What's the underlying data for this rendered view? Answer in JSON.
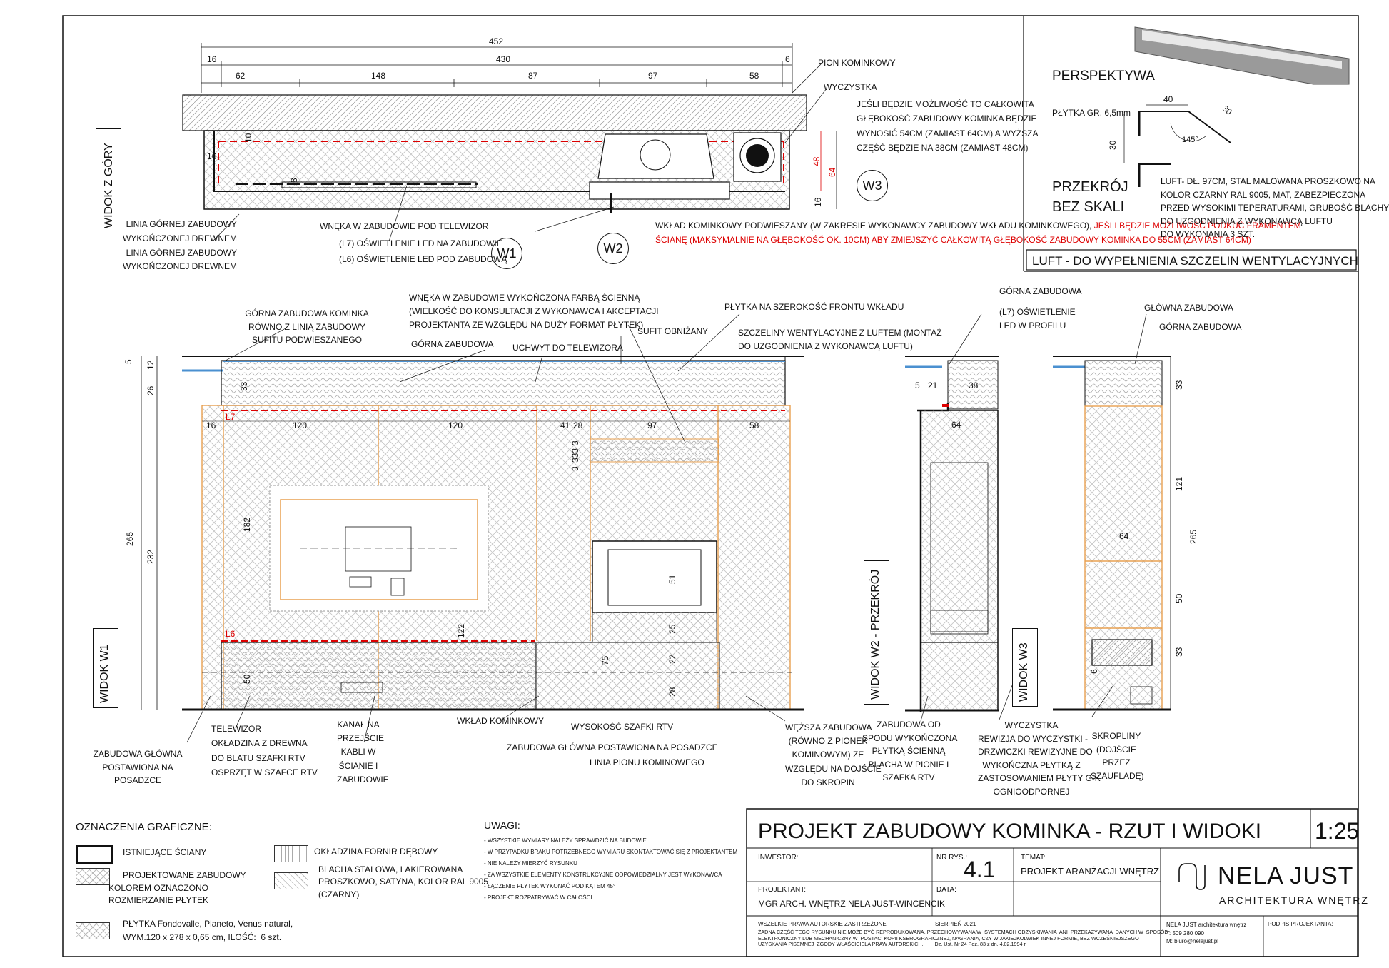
{
  "colors": {
    "orange": "#e8a050",
    "red": "#d00000",
    "blue": "#4a90d0",
    "line": "#111111"
  },
  "plan": {
    "view_label": "WIDOK Z GÓRY",
    "dims_top": [
      "452",
      "16",
      "430",
      "6",
      "62",
      "148",
      "87",
      "97",
      "58"
    ],
    "dims_inner": [
      "10",
      "16",
      "8",
      "48",
      "64",
      "16"
    ],
    "notes": {
      "pion": "PION KOMINKOWY",
      "wyczystka": "WYCZYSTKA",
      "jesli": "JEŚLI BĘDZIE MOŻLIWOŚĆ TO CAŁKOWITA\nGŁĘBOKOŚĆ ZABUDOWY KOMINKA BĘDZIE\nWYNOSIĆ 54CM (ZAMIAST 64CM) A WYŻSZA\nCZĘŚĆ BĘDZIE NA 38CM (ZAMIAST 48CM)",
      "linia1": "LINIA GÓRNEJ ZABUDOWY\nWYKOŃCZONEJ DREWNEM\nLINIA GÓRNEJ ZABUDOWY\nWYKOŃCZONEJ DREWNEM",
      "wneka_tv": "WNĘKA W ZABUDOWIE POD TELEWIZOR",
      "l7": "(L7) OŚWIETLENIE LED NA ZABUDOWIE",
      "l6": "(L6) OŚWIETLENIE LED POD ZABUDOWĄ",
      "wklad_a": "WKŁAD KOMINKOWY PODWIESZANY (W ZAKRESIE WYKONAWCY ZABUDOWY\nWKŁADU KOMINKOWEGO), ",
      "wklad_b": "JEŚLI BĘDZIE MOŻLIWOŚĆ PODKUĆ FRAMENTEM",
      "wklad_c": "ŚCIANĘ (MAKSYMALNIE NA GŁĘBOKOŚĆ OK. 10CM) ABY ZMIEJSZYĆ\nCAŁKOWITĄ GŁĘBOKOŚĆ ZABUDOWY KOMINKA DO 55CM (ZAMIAST 64CM)"
    },
    "tags": [
      "W1",
      "W2",
      "W3"
    ]
  },
  "luft": {
    "perspektywa": "PERSPEKTYWA",
    "plytka": "PŁYTKA GR. 6,5mm",
    "dims": [
      "40",
      "30",
      "30",
      "145°"
    ],
    "przekroj": "PRZEKRÓJ\nBEZ SKALI",
    "desc": "LUFT- DŁ. 97CM, STAL MALOWANA PROSZKOWO NA\nKOLOR CZARNY RAL 9005, MAT, ZABEZPIECZONA\nPRZED WYSOKIMI TEPERATURAMI, GRUBOŚĆ BLACHY\nDO UZGODNIENIA Z WYKONAWCĄ LUFTU\nDO WYKONANIA 3 SZT.",
    "caption": "LUFT - DO WYPEŁNIENIA SZCZELIN WENTYLACYJNYCH"
  },
  "w1": {
    "label": "WIDOK W1",
    "notes_top": {
      "gorna_kom": "GÓRNA ZABUDOWA KOMINKA\nRÓWNO Z LINIĄ ZABUDOWY\nSUFITU PODWIESZANEGO",
      "wneka": "WNĘKA W ZABUDOWIE WYKOŃCZONA FARBĄ ŚCIENNĄ\n(WIELKOŚĆ DO KONSULTACJI Z WYKONAWCA I AKCEPTACJI\nPROJEKTANTA ZE WZGLĘDU NA DUŻY FORMAT PŁYTEK)",
      "gorna": "GÓRNA ZABUDOWA",
      "uchwyt": "UCHWYT DO TELEWIZORA",
      "sufit": "SUFIT OBNIŻANY",
      "plytka": "PŁYTKA NA SZEROKOŚĆ FRONTU WKŁADU",
      "szczeliny": "SZCZELINY WENTYLACYJNE Z LUFTEM (MONTAŻ\nDO UZGODNIENIA Z WYKONAWCĄ LUFTU)"
    },
    "dims_left": [
      "5",
      "12",
      "26",
      "265",
      "232"
    ],
    "dims_h": [
      "16",
      "120",
      "120",
      "41",
      "28",
      "97",
      "58"
    ],
    "dims_misc": [
      "33",
      "182",
      "122",
      "50",
      "75",
      "51",
      "25",
      "22",
      "28",
      "3",
      "333",
      "3"
    ],
    "marks": [
      "L7",
      "L6"
    ],
    "notes_bottom": {
      "zab_glowna": "ZABUDOWA GŁÓWNA\nPOSTAWIONA NA\nPOSADZCE",
      "tv": "TELEWIZOR\nOKŁADZINA Z DREWNA\nDO BLATU SZAFKI RTV\nOSPRZĘT W SZAFCE RTV",
      "kanal": "KANAŁ NA\nPRZEJŚCIE\nKABLI W\nŚCIANIE I\nZABUDOWIE",
      "wklad": "WKŁAD KOMINKOWY",
      "szafka": "WYSOKOŚĆ SZAFKI RTV",
      "zab_pos": "ZABUDOWA GŁÓWNA POSTAWIONA NA POSADZCE",
      "pion": "LINIA PIONU KOMINOWEGO",
      "wezsza": "WĘŻSZA ZABUDOWA\n(RÓWNO Z PIONEK\nKOMINOWYM) ZE\nWZGLĘDU NA DOJŚCIE\nDO SKROPIN"
    }
  },
  "w2": {
    "label": "WIDOK W2 - PRZEKRÓJ",
    "notes": {
      "gorna": "GÓRNA ZABUDOWA",
      "l7": "(L7) OŚWIETLENIE\nLED W PROFILU",
      "zab_od": "ZABUDOWA OD\nSPODU WYKOŃCZONA\nPŁYTKĄ ŚCIENNĄ\nBLACHA W PIONIE I\nSZAFKA RTV"
    },
    "dims": [
      "5",
      "21",
      "38",
      "64"
    ]
  },
  "w3": {
    "label": "WIDOK W3",
    "notes": {
      "glowna": "GŁÓWNA ZABUDOWA",
      "gorna": "GÓRNA ZABUDOWA",
      "wyczystka": "WYCZYSTKA\nREWIZJA DO WYCZYSTKI -\nDRZWICZKI REWIZYJNE DO\nWYKOŃCZNA PŁYTKĄ Z\nZASTOSOWANIEM PŁYTY G-K\nOGNIOODPORNEJ",
      "skropliny": "SKROPLINY\n(DOJŚCIE\nPRZEZ\nSZAUFLADĘ)"
    },
    "dims": [
      "33",
      "121",
      "64",
      "50",
      "33",
      "265",
      "6"
    ]
  },
  "legend": {
    "title": "OZNACZENIA GRAFICZNE:",
    "items": [
      "ISTNIEJĄCE ŚCIANY",
      "PROJEKTOWANE ZABUDOWY",
      "KOLOREM OZNACZONO\nROZMIERZANIE PŁYTEK",
      "PŁYTKA Fondovalle, Planeto, Venus natural,\nWYM.120 x 278 x 0,65 cm, ILOŚĆ:  6 szt.",
      "OKŁADZINA FORNIR DĘBOWY",
      "BLACHA STALOWA, LAKIEROWANA\nPROSZKOWO, SATYNA, KOLOR RAL 9005\n(CZARNY)"
    ]
  },
  "uwagi": {
    "title": "UWAGI:",
    "items": [
      "- WSZYSTKIE WYMIARY NALEŻY SPRAWDZIĆ NA BUDOWIE",
      "- W PRZYPADKU BRAKU POTRZEBNEGO WYMIARU SKONTAKTOWAĆ SIĘ Z PROJEKTANTEM",
      "- NIE NALEŻY MIERZYĆ RYSUNKU",
      "- ZA WSZYSTKIE ELEMENTY KONSTRUKCYJNE ODPOWIEDZIALNY JEST WYKONAWCA",
      "- ŁĄCZENIE PŁYTEK WYKONAĆ POD KĄTEM 45°",
      "- PROJEKT ROZPATRYWAĆ W CAŁOŚCI"
    ]
  },
  "title_block": {
    "title": "PROJEKT ZABUDOWY KOMINKA - RZUT I WIDOKI",
    "scale": "1:25",
    "inwestor_label": "INWESTOR:",
    "nr_label": "NR RYS.:",
    "nr": "4.1",
    "temat_label": "TEMAT:",
    "temat": "PROJEKT ARANŻACJI WNĘTRZ",
    "projektant_label": "PROJEKTANT:",
    "projektant": "MGR ARCH. WNĘTRZ  NELA JUST-WINCENCIK",
    "data_label": "DATA:",
    "brand": "NELA JUST",
    "brand_sub": "ARCHITEKTURA WNĘTRZ",
    "copyright_a": "WSZELKIE PRAWA AUTORSKIE ZASTRZEŻONE",
    "date": "SIERPIEŃ 2021",
    "copyright_b": "ŻADNA CZĘŚĆ TEGO RYSUNKU NIE MOŻE BYĆ REPRODUKOWANA, PRZECHOWYWANA W  SYSTEMACH ODZYSKIWANIA  ANI  PRZEKAZYWANA  DANYCH W  SPOSÓB\nELEKTRONICZNY LUB MECHANICZNY W  POSTACI KOPII KSEROGRAFICZNEJ, NAGRANIA, CZY W JAKIEJKOLWIEK INNEJ FORMIE, BEZ WCZEŚNIEJSZEGO\nUZYSKANIA PISEMNEJ  ZGODY WŁAŚCICIELA PRAW AUTORSKICH.        Dz. Ust. Nr 24 Poz. 83 z dn. 4.02.1994 r.",
    "contact": "NELA JUST architektura wnętrz\nT: 509 280 090\nM: biuro@nelajust.pl",
    "podpis": "PODPIS PROJEKTANTA:"
  }
}
